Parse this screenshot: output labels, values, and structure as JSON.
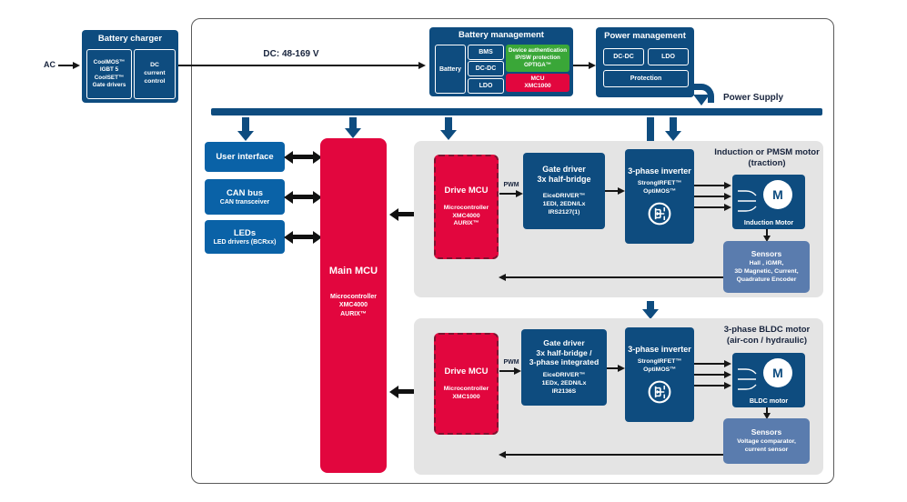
{
  "diagram": {
    "ac_label": "AC",
    "dc_link_label": "DC: 48-169 V",
    "power_supply_label": "Power Supply"
  },
  "battery_charger": {
    "title": "Battery charger",
    "products": "CoolMOS™\nIGBT 5\nCoolSET™\nGate drivers",
    "control": "DC\ncurrent\ncontrol"
  },
  "battery_management": {
    "title": "Battery management",
    "battery": "Battery",
    "bms": "BMS",
    "dcdc": "DC-DC",
    "ldo": "LDO",
    "security": "Device authentication\nIP/SW protection\nOPTIGA™",
    "mcu": "MCU\nXMC1000"
  },
  "power_management": {
    "title": "Power management",
    "dcdc": "DC-DC",
    "ldo": "LDO",
    "protection": "Protection"
  },
  "peripherals": {
    "user_interface": "User interface",
    "can_title": "CAN bus",
    "can_sub": "CAN transceiver",
    "leds_title": "LEDs",
    "leds_sub": "LED drivers (BCRxx)"
  },
  "main_mcu": {
    "title": "Main MCU",
    "subtitle": "Microcontroller\nXMC4000\nAURIX™"
  },
  "traction": {
    "heading": "Induction or PMSM motor\n(traction)",
    "pwm": "PWM",
    "drive_mcu_title": "Drive MCU",
    "drive_mcu_sub": "Microcontroller\nXMC4000\nAURIX™",
    "gate_title": "Gate driver\n3x half-bridge",
    "gate_sub": "EiceDRIVER™\n1EDI, 2EDN/Lx\nIRS2127(1)",
    "inverter_title": "3-phase inverter",
    "inverter_sub": "StrongIRFET™\nOptiMOS™",
    "motor_letter": "M",
    "motor_name": "Induction Motor",
    "sensors_title": "Sensors",
    "sensors_sub": "Hall , iGMR,\n3D Magnetic, Current,\nQuadrature Encoder"
  },
  "bldc": {
    "heading": "3-phase BLDC motor\n(air-con / hydraulic)",
    "pwm": "PWM",
    "drive_mcu_title": "Drive MCU",
    "drive_mcu_sub": "Microcontroller\nXMC1000",
    "gate_title": "Gate driver\n3x half-bridge /\n3-phase integrated",
    "gate_sub": "EiceDRIVER™\n1EDx, 2EDN/Lx\nIR2136S",
    "inverter_title": "3-phase inverter",
    "inverter_sub": "StrongIRFET™\nOptiMOS™",
    "motor_letter": "M",
    "motor_name": "BLDC motor",
    "sensors_title": "Sensors",
    "sensors_sub": "Voltage comparator,\ncurrent sensor"
  },
  "colors": {
    "navy": "#0e4c7f",
    "bright_blue": "#0a62a7",
    "red": "#e2063e",
    "green": "#3aa738",
    "steel_blue": "#5a7cae",
    "panel_gray": "#e4e4e4"
  }
}
